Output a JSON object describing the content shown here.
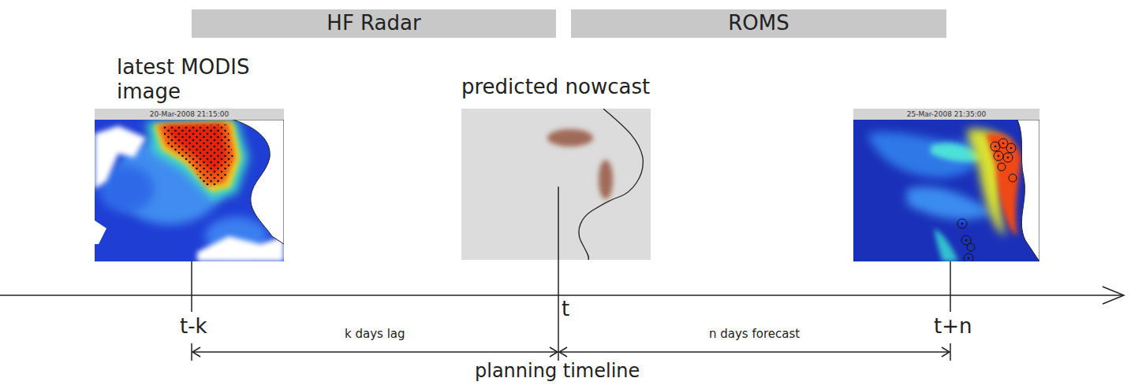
{
  "diagram": {
    "nodes": [
      {
        "text": [
          "HF Radar"
        ]
      },
      {
        "text": [
          "ROMS"
        ]
      },
      {
        "text": [
          "latest MODIS image",
          "20-Mar-2008 21:15:00"
        ]
      },
      {
        "text": [
          "predicted nowcast"
        ]
      },
      {
        "text": [
          "25-Mar-2008 21:35:00"
        ]
      }
    ],
    "labels": [
      "t-k",
      "t",
      "t+n",
      "k days lag",
      "n days forecast",
      "planning timeline"
    ]
  }
}
